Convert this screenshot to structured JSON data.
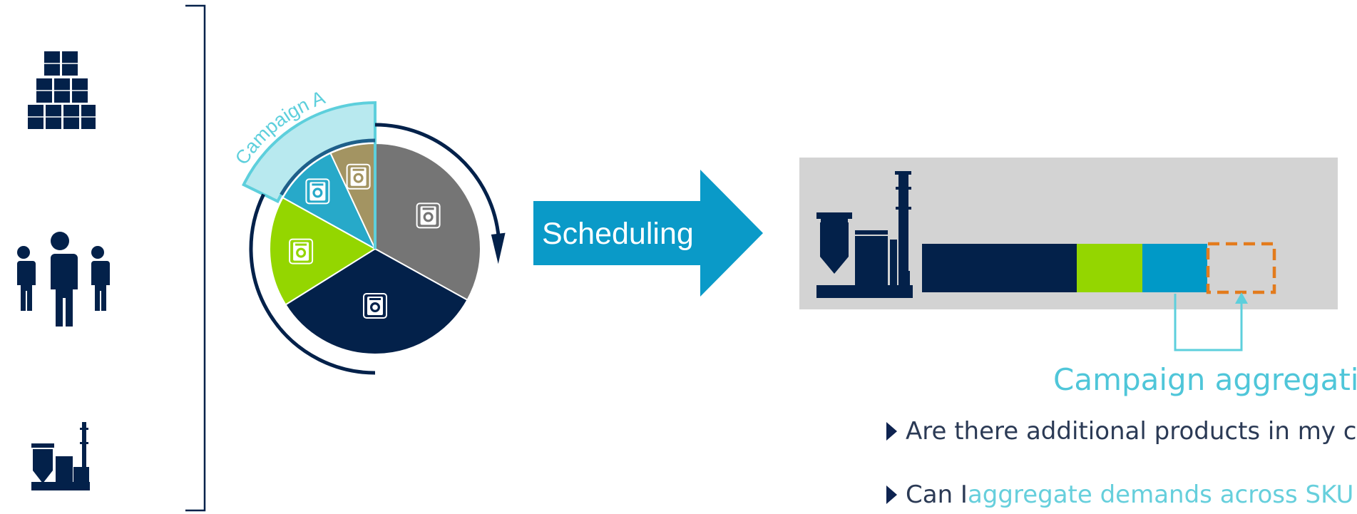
{
  "campaign_label": "Campaign A",
  "scheduling_label": "Scheduling",
  "aggregation_title": "Campaign aggregation",
  "questions": [
    {
      "pre": "Are there additional products in my c",
      "highlight": "",
      "post": ""
    },
    {
      "pre": "Can I ",
      "highlight": "aggregate demands across SKU",
      "post": ""
    }
  ],
  "colors": {
    "navy": "#03214a",
    "gray": "#757575",
    "olive": "#a39462",
    "teal": "#27a9c9",
    "lime": "#94d600",
    "blue": "#0099c7",
    "light_cyan": "#b8e9ef",
    "cyan_line": "#5dcfdc",
    "orange": "#e37b1c",
    "panel": "#d3d3d3"
  },
  "left_icons": [
    "barrels-icon",
    "people-icon",
    "factory-icon"
  ],
  "pie_segments": [
    {
      "name": "gray",
      "icon": "washing-machine-icon"
    },
    {
      "name": "navy",
      "icon": "washing-machine-icon"
    },
    {
      "name": "lime",
      "icon": "washing-machine-icon"
    },
    {
      "name": "teal",
      "icon": "washing-machine-icon"
    },
    {
      "name": "olive",
      "icon": "washing-machine-icon"
    }
  ],
  "bar_segments": [
    "navy",
    "lime",
    "blue",
    "empty-orange"
  ]
}
